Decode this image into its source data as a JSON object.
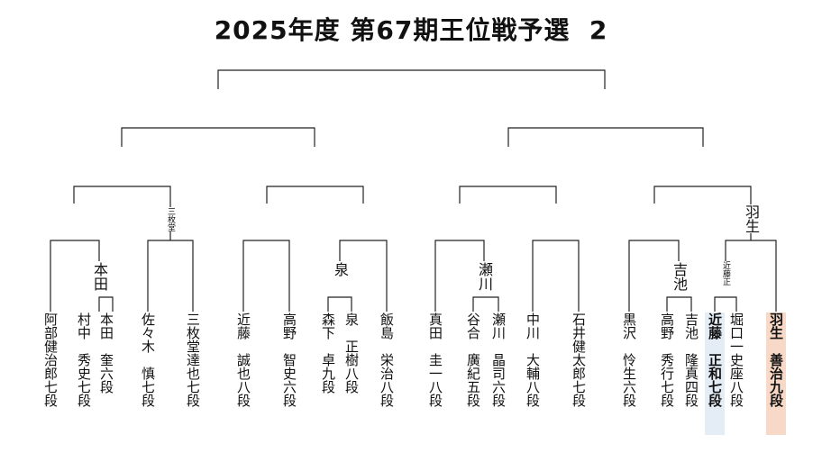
{
  "title": "2025年度 第67期王位戦予選  2",
  "players": [
    {
      "name": "阿部健治郎七段",
      "highlight": ""
    },
    {
      "name": "村中　秀史七段",
      "highlight": ""
    },
    {
      "name": "本田　奎六段",
      "highlight": ""
    },
    {
      "name": "佐々木　慎七段",
      "highlight": ""
    },
    {
      "name": "三枚堂達也七段",
      "highlight": ""
    },
    {
      "name": "近藤　誠也八段",
      "highlight": ""
    },
    {
      "name": "高野　智史六段",
      "highlight": ""
    },
    {
      "name": "森下　卓九段",
      "highlight": ""
    },
    {
      "name": "泉　正樹八段",
      "highlight": ""
    },
    {
      "name": "飯島　栄治八段",
      "highlight": ""
    },
    {
      "name": "真田　圭一八段",
      "highlight": ""
    },
    {
      "name": "谷合　廣紀五段",
      "highlight": ""
    },
    {
      "name": "瀬川　晶司六段",
      "highlight": ""
    },
    {
      "name": "中川　大輔八段",
      "highlight": ""
    },
    {
      "name": "石井健太郎七段",
      "highlight": ""
    },
    {
      "name": "黒沢　怜生六段",
      "highlight": ""
    },
    {
      "name": "高野　秀行七段",
      "highlight": ""
    },
    {
      "name": "吉池　隆真四段",
      "highlight": ""
    },
    {
      "name": "近藤　正和七段",
      "highlight": "blue"
    },
    {
      "name": "堀口一史座八段",
      "highlight": ""
    },
    {
      "name": "羽生　善治九段",
      "highlight": "pink"
    }
  ],
  "advancers": {
    "r1_honda": "本田",
    "r1_izumi": "泉",
    "r1_segawa": "瀬川",
    "r1_yoshiike": "吉池",
    "r1_kondo": "近藤正",
    "r2_sanmaido": "三枚堂",
    "r2_habu": "羽生"
  }
}
